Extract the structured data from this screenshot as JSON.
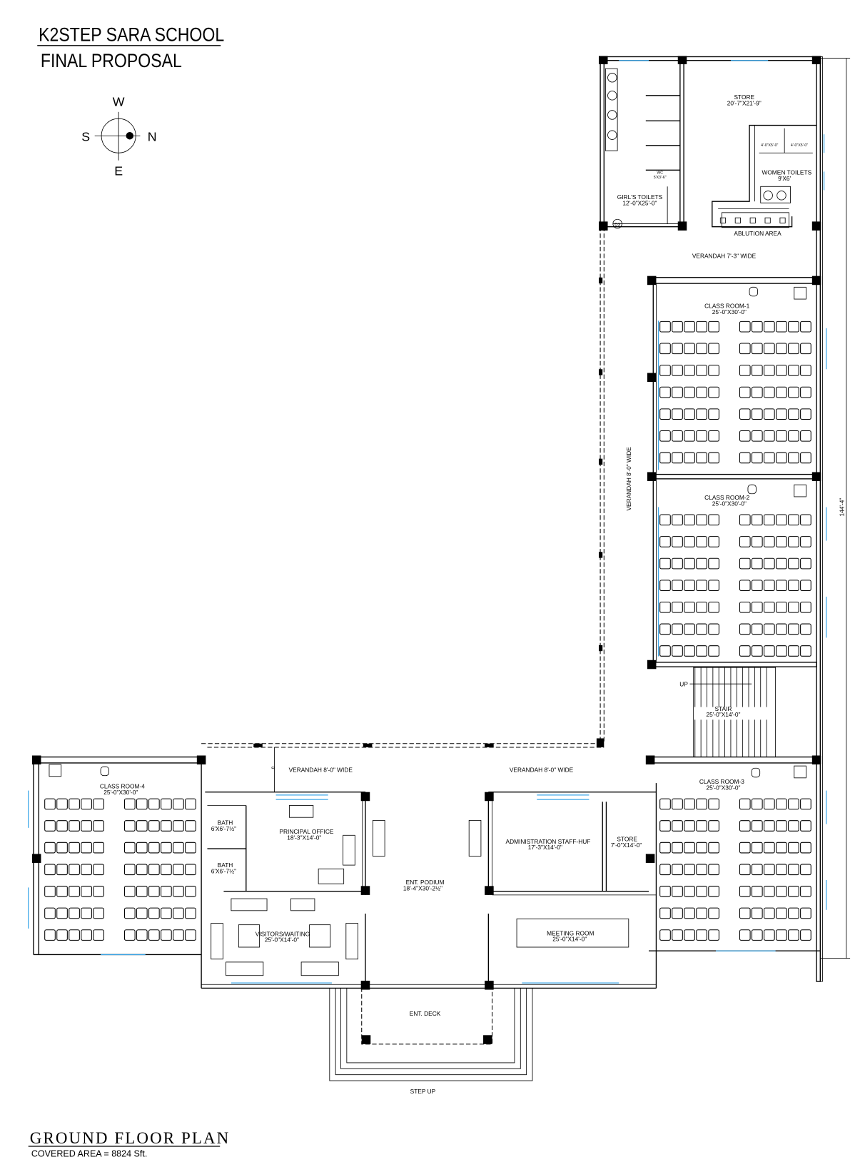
{
  "header": {
    "title": "K2STEP SARA SCHOOL",
    "subtitle": "FINAL PROPOSAL"
  },
  "compass": {
    "w": "W",
    "s": "S",
    "n": "N",
    "e": "E"
  },
  "rooms": {
    "store_top": {
      "name": "STORE",
      "size": "20'-7\"X21'-9\""
    },
    "girls_toilets": {
      "name": "GIRL'S TOILETS",
      "size": "12'-0\"X25'-0\""
    },
    "wc": {
      "name": "WC",
      "size": "5'X3'-6\""
    },
    "women_toilets": {
      "name": "WOMEN TOILETS",
      "size": "9'X6'"
    },
    "women_cubicle_1": "4'-0\"X5'-0\"",
    "women_cubicle_2": "4'-0\"X5'-0\"",
    "door_tag": "D3",
    "ablution": {
      "name": "ABLUTION AREA"
    },
    "verandah_top": {
      "name": "VERANDAH 7'-3\" WIDE"
    },
    "verandah_side": {
      "name": "VERANDAH 8'-0\" WIDE"
    },
    "class1": {
      "name": "CLASS ROOM-1",
      "size": "25'-0\"X30'-0\""
    },
    "class2": {
      "name": "CLASS ROOM-2",
      "size": "25'-0\"X30'-0\""
    },
    "class3": {
      "name": "CLASS ROOM-3",
      "size": "25'-0\"X30'-0\""
    },
    "class4": {
      "name": "CLASS ROOM-4",
      "size": "25'-0\"X30'-0\""
    },
    "stair": {
      "name": "STAIR",
      "size": "25'-0\"X14'-0\"",
      "up": "UP"
    },
    "verandah_left": {
      "name": "VERANDAH 8'-0\" WIDE",
      "dim": "8'"
    },
    "verandah_right": {
      "name": "VERANDAH 8'-0\" WIDE"
    },
    "bath1": {
      "name": "BATH",
      "size": "6'X6'-7½\""
    },
    "bath2": {
      "name": "BATH",
      "size": "6'X6'-7½\""
    },
    "principal": {
      "name": "PRINCIPAL OFFICE",
      "size": "18'-3\"X14'-0\""
    },
    "visitors": {
      "name": "VISITORS/WAITING",
      "size": "25'-0\"X14'-0\""
    },
    "podium": {
      "name": "ENT. PODIUM",
      "size": "18'-4\"X30'-2½\""
    },
    "admin": {
      "name": "ADMINISTRATION STAFF-HUF",
      "size": "17'-3\"X14'-0\""
    },
    "store_small": {
      "name": "STORE",
      "size": "7'-0\"X14'-0\""
    },
    "meeting": {
      "name": "MEETING ROOM",
      "size": "25'-0\"X14'-0\""
    },
    "deck": {
      "name": "ENT. DECK"
    },
    "step": {
      "name": "STEP UP"
    }
  },
  "dimension": {
    "overall": "144'-4\""
  },
  "classroom_layout": {
    "rows": 7,
    "left_desks": 5,
    "right_desks": 6
  },
  "footer": {
    "plan_title": "GROUND FLOOR PLAN",
    "covered_area": "COVERED AREA = 8824 Sft."
  },
  "colors": {
    "glass": "#3aa6e8",
    "line": "#000000"
  }
}
